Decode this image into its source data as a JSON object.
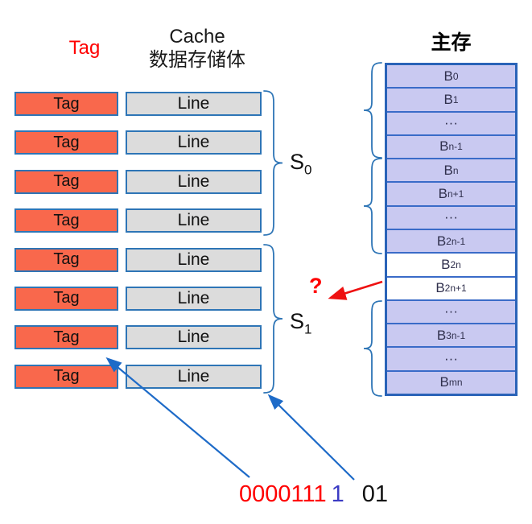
{
  "header": {
    "tag_column_label": "Tag",
    "cache_title_line1": "Cache",
    "cache_title_line2": "数据存储体",
    "memory_title": "主存"
  },
  "cache": {
    "rows": [
      {
        "tag": "Tag",
        "line": "Line"
      },
      {
        "tag": "Tag",
        "line": "Line"
      },
      {
        "tag": "Tag",
        "line": "Line"
      },
      {
        "tag": "Tag",
        "line": "Line"
      },
      {
        "tag": "Tag",
        "line": "Line"
      },
      {
        "tag": "Tag",
        "line": "Line"
      },
      {
        "tag": "Tag",
        "line": "Line"
      },
      {
        "tag": "Tag",
        "line": "Line"
      }
    ],
    "sets": [
      {
        "base": "S",
        "sub": "0"
      },
      {
        "base": "S",
        "sub": "1"
      }
    ]
  },
  "memory": {
    "blocks": [
      {
        "base": "B",
        "sub": "0",
        "white": false
      },
      {
        "base": "B",
        "sub": "1",
        "white": false
      },
      {
        "base": "···",
        "sub": "",
        "white": false
      },
      {
        "base": "B",
        "sub": "n-1",
        "white": false
      },
      {
        "base": "B",
        "sub": "n",
        "white": false
      },
      {
        "base": "B",
        "sub": "n+1",
        "white": false
      },
      {
        "base": "···",
        "sub": "",
        "white": false
      },
      {
        "base": "B",
        "sub": "2n-1",
        "white": false
      },
      {
        "base": "B",
        "sub": "2n",
        "white": true
      },
      {
        "base": "B",
        "sub": "2n+1",
        "white": true
      },
      {
        "base": "···",
        "sub": "",
        "white": false
      },
      {
        "base": "B",
        "sub": "3n-1",
        "white": false
      },
      {
        "base": "···",
        "sub": "",
        "white": false
      },
      {
        "base": "B",
        "sub": "mn",
        "white": false
      }
    ]
  },
  "annotations": {
    "question_mark": "?"
  },
  "address": {
    "tag_field": "0000111",
    "set_field": "1",
    "word_field": "01"
  },
  "colors": {
    "red": "#ff0000",
    "tag_box_fill": "#f9684c",
    "line_box_fill": "#dcdcdc",
    "border_blue": "#2e75b6",
    "memory_fill": "#c9c9f1",
    "memory_inner_border": "#3a6bc8",
    "memory_outer_border": "#2a63b8",
    "arrow_blue": "#1e6bc8",
    "set_bit_blue": "#3b3bc4"
  }
}
